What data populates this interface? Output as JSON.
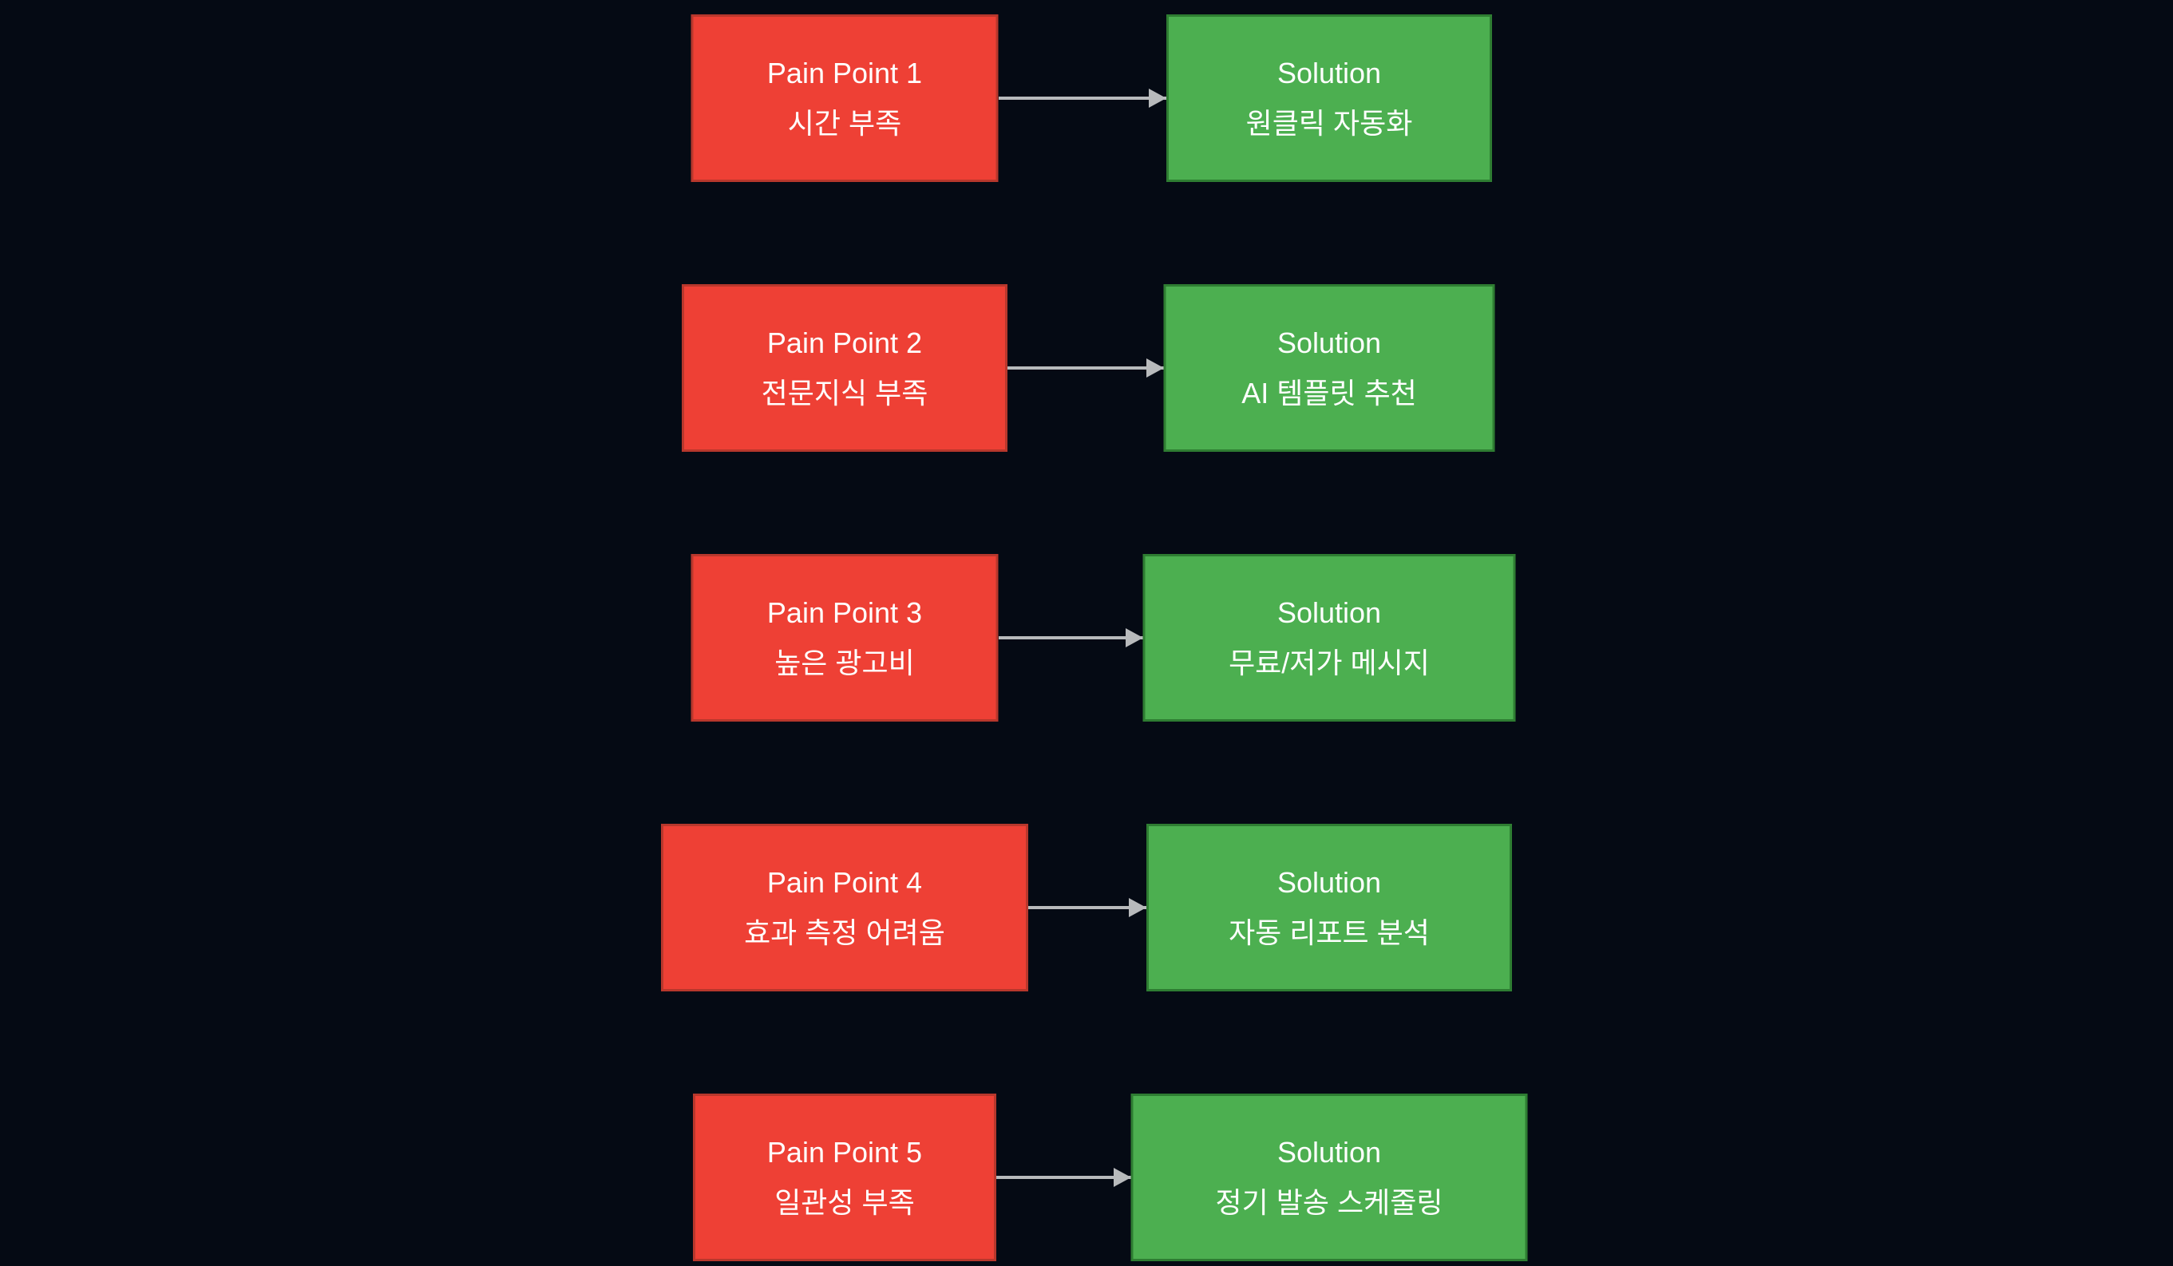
{
  "diagram": {
    "type": "flowchart",
    "background_color": "#050a14",
    "colors": {
      "pain_fill": "#ee4035",
      "pain_border": "#b8372c",
      "solution_fill": "#4caf50",
      "solution_border": "#2e7d32",
      "arrow": "#b8babc",
      "text": "#ffffff"
    },
    "rows": [
      {
        "pain": {
          "title": "Pain Point 1",
          "subtitle": "시간 부족"
        },
        "solution": {
          "title": "Solution",
          "subtitle": "원클릭 자동화"
        }
      },
      {
        "pain": {
          "title": "Pain Point 2",
          "subtitle": "전문지식 부족"
        },
        "solution": {
          "title": "Solution",
          "subtitle": "AI 템플릿 추천"
        }
      },
      {
        "pain": {
          "title": "Pain Point 3",
          "subtitle": "높은 광고비"
        },
        "solution": {
          "title": "Solution",
          "subtitle": "무료/저가 메시지"
        }
      },
      {
        "pain": {
          "title": "Pain Point 4",
          "subtitle": "효과 측정 어려움"
        },
        "solution": {
          "title": "Solution",
          "subtitle": "자동 리포트 분석"
        }
      },
      {
        "pain": {
          "title": "Pain Point 5",
          "subtitle": "일관성 부족"
        },
        "solution": {
          "title": "Solution",
          "subtitle": "정기 발송 스케줄링"
        }
      }
    ]
  }
}
